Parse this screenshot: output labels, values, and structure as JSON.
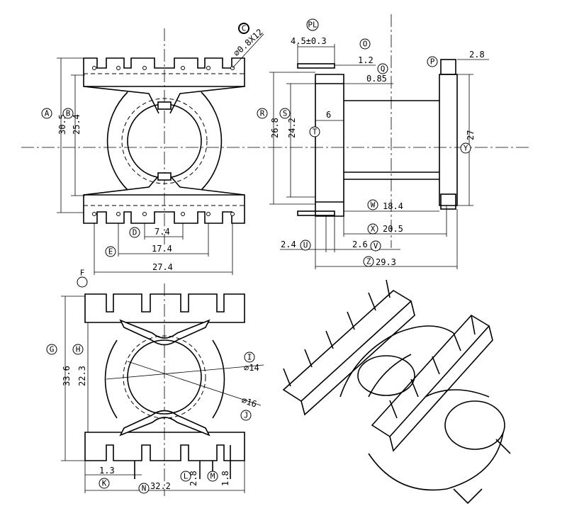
{
  "callouts": {
    "A": "A",
    "B": "B",
    "C": "C",
    "D": "D",
    "E": "E",
    "F": "F",
    "G": "G",
    "H": "H",
    "I": "I",
    "J": "J",
    "K": "K",
    "L": "L",
    "M": "M",
    "N": "N",
    "O": "O",
    "P": "P",
    "PL": "PL",
    "Q": "Q",
    "R": "R",
    "S": "S",
    "T": "T",
    "U": "U",
    "V": "V",
    "W": "W",
    "X": "X",
    "Y": "Y",
    "Z": "Z"
  },
  "dimensions": {
    "A": "30.5",
    "B": "25.4",
    "C": "∅0.8X12",
    "D": "7.4",
    "E": "17.4",
    "E_total": "27.4",
    "G": "33.6",
    "H": "22.3",
    "I": "∅14",
    "J": "∅16",
    "K": "1.3",
    "L": "2.8",
    "M": "1.8",
    "N": "32.2",
    "PL": "4.5±0.3",
    "Q": "1.2",
    "O": "0.85",
    "P": "2.8",
    "R": "26.8",
    "S": "24.2",
    "T": "6",
    "U": "2.4",
    "V": "2.6",
    "W": "18.4",
    "X": "20.5",
    "Y": "27",
    "Z": "29.3"
  }
}
